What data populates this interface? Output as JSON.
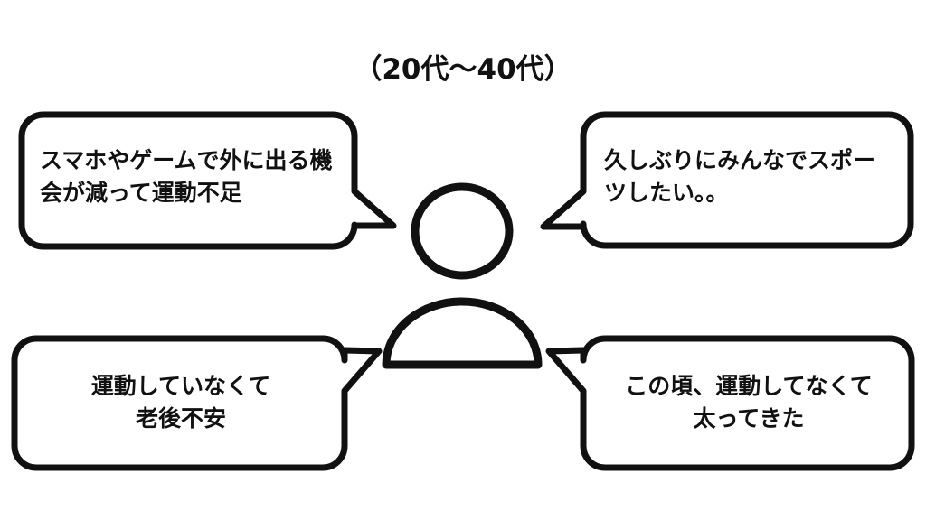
{
  "diagram": {
    "title": "（20代〜40代）",
    "background_color": "#ffffff",
    "stroke_color": "#111111",
    "center_figure": {
      "name": "person-silhouette",
      "head_shape": "ellipse",
      "body_shape": "semicircle"
    },
    "bubbles": [
      {
        "position": "top-left",
        "text": "スマホやゲームで外に出る機会が減って運動不足",
        "tail_direction": "down-right"
      },
      {
        "position": "top-right",
        "text": "久しぶりにみんなでスポーツしたい。。",
        "tail_direction": "down-left"
      },
      {
        "position": "bottom-left",
        "text": "運動していなくて\n老後不安",
        "tail_direction": "up-right"
      },
      {
        "position": "bottom-right",
        "text": "この頃、運動してなくて\n太ってきた",
        "tail_direction": "up-left"
      }
    ]
  },
  "chart_data": {
    "type": "diagram",
    "title": "（20代〜40代）",
    "subject": "person-silhouette",
    "annotations": [
      "スマホやゲームで外に出る機会が減って運動不足",
      "久しぶりにみんなでスポーツしたい。。",
      "運動していなくて老後不安",
      "この頃、運動してなくて太ってきた"
    ]
  }
}
